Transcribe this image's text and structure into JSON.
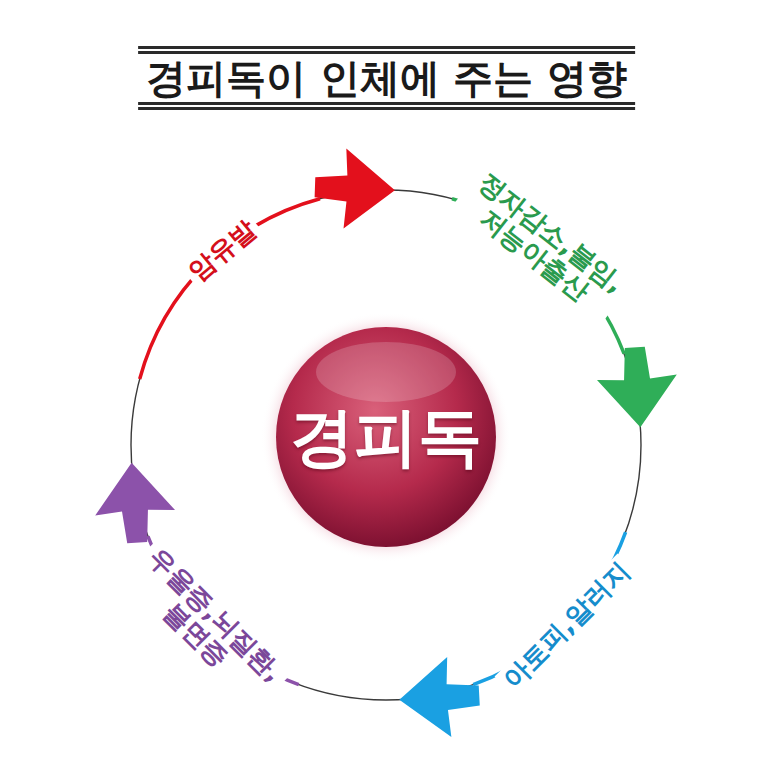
{
  "diagram": {
    "title": "경피독이 인체에 주는 영향",
    "nodes": [
      {
        "text": [
          "경피독"
        ]
      }
    ],
    "labels": [
      "암유발",
      "정자감소,불임, 저능아출산",
      "아토피,알러지",
      "우울증,뇌질환, 불면증"
    ]
  }
}
